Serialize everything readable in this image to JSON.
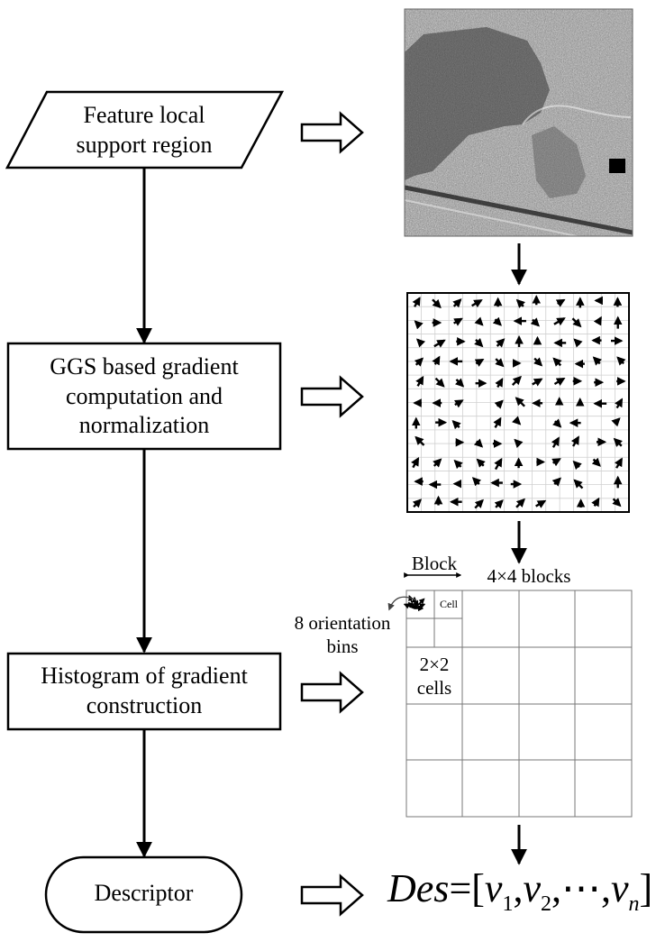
{
  "flowchart": {
    "nodes": [
      {
        "id": "input",
        "shape": "parallelogram",
        "lines": [
          "Feature local",
          "support region"
        ]
      },
      {
        "id": "gradient",
        "shape": "rectangle",
        "lines": [
          "GGS based gradient",
          "computation and",
          "normalization"
        ]
      },
      {
        "id": "histogram",
        "shape": "rectangle",
        "lines": [
          "Histogram of gradient",
          "construction"
        ]
      },
      {
        "id": "descriptor",
        "shape": "terminator",
        "lines": [
          "Descriptor"
        ]
      }
    ]
  },
  "illustrations": {
    "sar_image": {
      "desc_icon": "sar-image"
    },
    "gradient_field": {
      "grid_cells": 16,
      "arrow_icon": "gradient-arrow-icon"
    },
    "histogram_grid": {
      "block_label": "Block",
      "blocks_label": "4×4 blocks",
      "cell_label": "Cell",
      "orientation_label": [
        "8 orientation",
        "bins"
      ],
      "cells_label": [
        "2×2",
        "cells"
      ]
    },
    "formula": {
      "lhs": "Des",
      "equals": "=",
      "open": "[",
      "v1": "v",
      "sub1": "1",
      "comma1": ",",
      "v2": "v",
      "sub2": "2",
      "comma2": ",",
      "dots": "⋯",
      "comma3": ",",
      "vn": "v",
      "subn": "n",
      "close": "]"
    }
  },
  "colors": {
    "stroke": "#000000",
    "grid": "#cccccc",
    "background": "#ffffff"
  }
}
